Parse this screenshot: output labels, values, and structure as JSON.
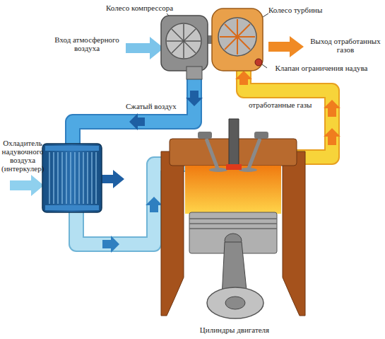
{
  "diagram": {
    "labels": [
      "Колесо компрессора",
      "Колесо турбины",
      "Вход атмосферного воздуха",
      "Выход отработанных газов",
      "Клапан ограничения надува",
      "Сжатый воздух",
      "отработанные газы",
      "Охладитель надувочного воздуха (интеркулер)",
      "Цилиндры двигателя"
    ]
  }
}
